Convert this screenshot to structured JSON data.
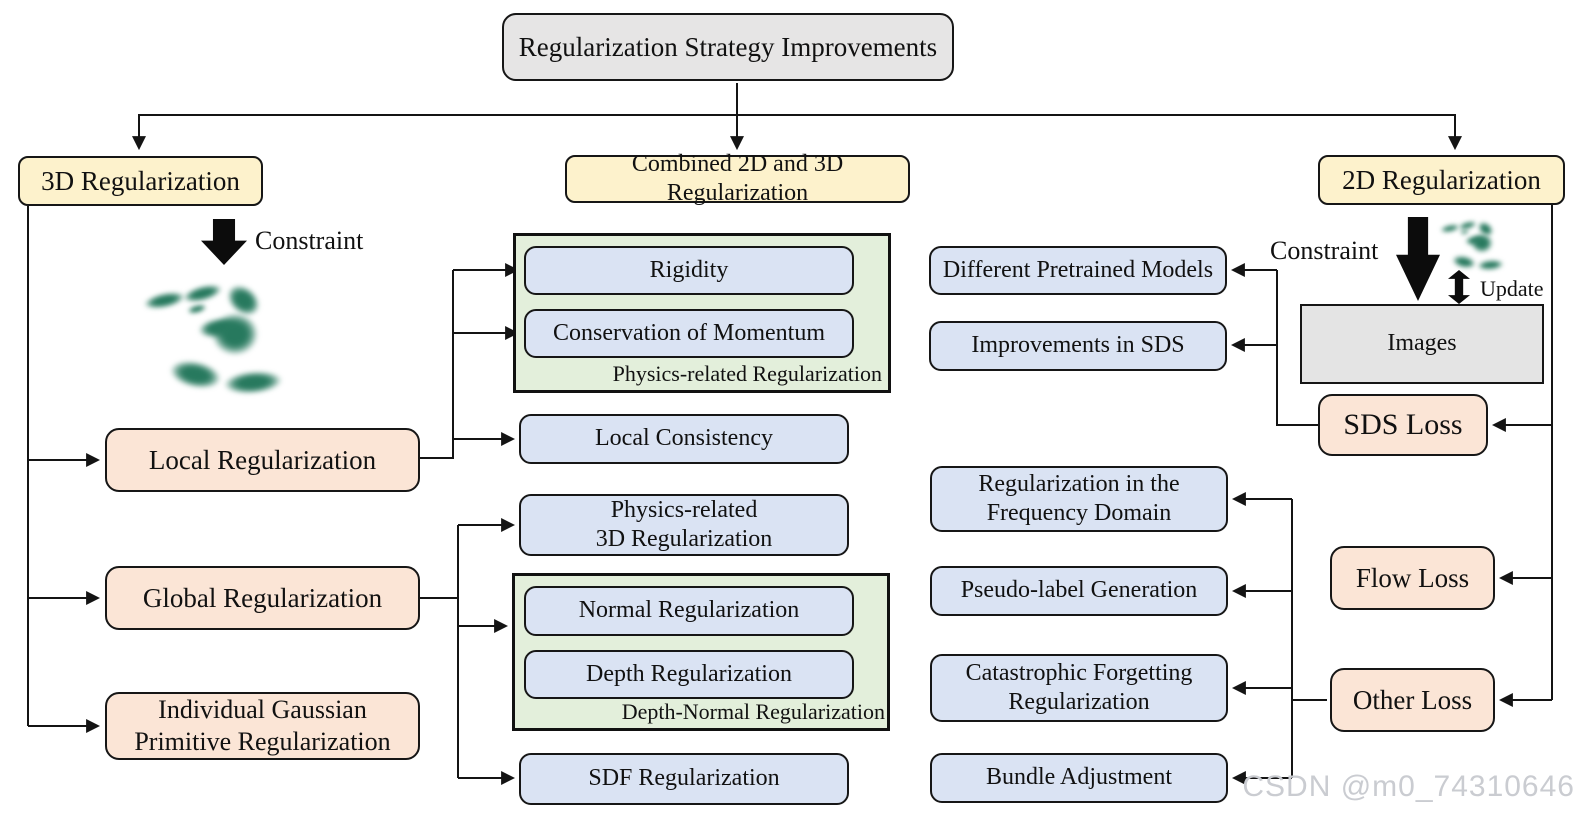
{
  "title": "Regularization Strategy Improvements",
  "top_branches": {
    "b3d": "3D Regularization",
    "combined": "Combined 2D and 3D Regularization",
    "b2d": "2D Regularization"
  },
  "left_column": {
    "constraint_label": "Constraint",
    "local": "Local Regularization",
    "global": "Global Regularization",
    "individual": "Individual Gaussian\nPrimitive Regularization"
  },
  "middle_column": {
    "physics_group_label": "Physics-related Regularization",
    "rigidity": "Rigidity",
    "momentum": "Conservation of Momentum",
    "local_consistency": "Local Consistency",
    "physics_3d": "Physics-related\n3D Regularization",
    "depth_normal_group_label": "Depth-Normal Regularization",
    "normal": "Normal Regularization",
    "depth": "Depth Regularization",
    "sdf": "SDF Regularization"
  },
  "right_middle_column": {
    "pretrained": "Different Pretrained Models",
    "sds_improvements": "Improvements in SDS",
    "frequency": "Regularization in the\nFrequency Domain",
    "pseudo_label": "Pseudo-label Generation",
    "catastrophic": "Catastrophic Forgetting\nRegularization",
    "bundle": "Bundle Adjustment"
  },
  "right_column": {
    "constraint_label": "Constraint",
    "update_label": "Update",
    "images": "Images",
    "sds_loss": "SDS Loss",
    "flow_loss": "Flow Loss",
    "other_loss": "Other Loss"
  },
  "watermark": "CSDN @m0_74310646",
  "colors": {
    "branch_yellow": "#fdf2cc",
    "loss_peach": "#fbe5d6",
    "item_blue": "#dae3f3",
    "group_green": "#e3efdb",
    "neutral_gray": "#e6e5e5",
    "bunny_green": "#27795e",
    "line_black": "#161616",
    "watermark_gray": "#caccd1"
  }
}
